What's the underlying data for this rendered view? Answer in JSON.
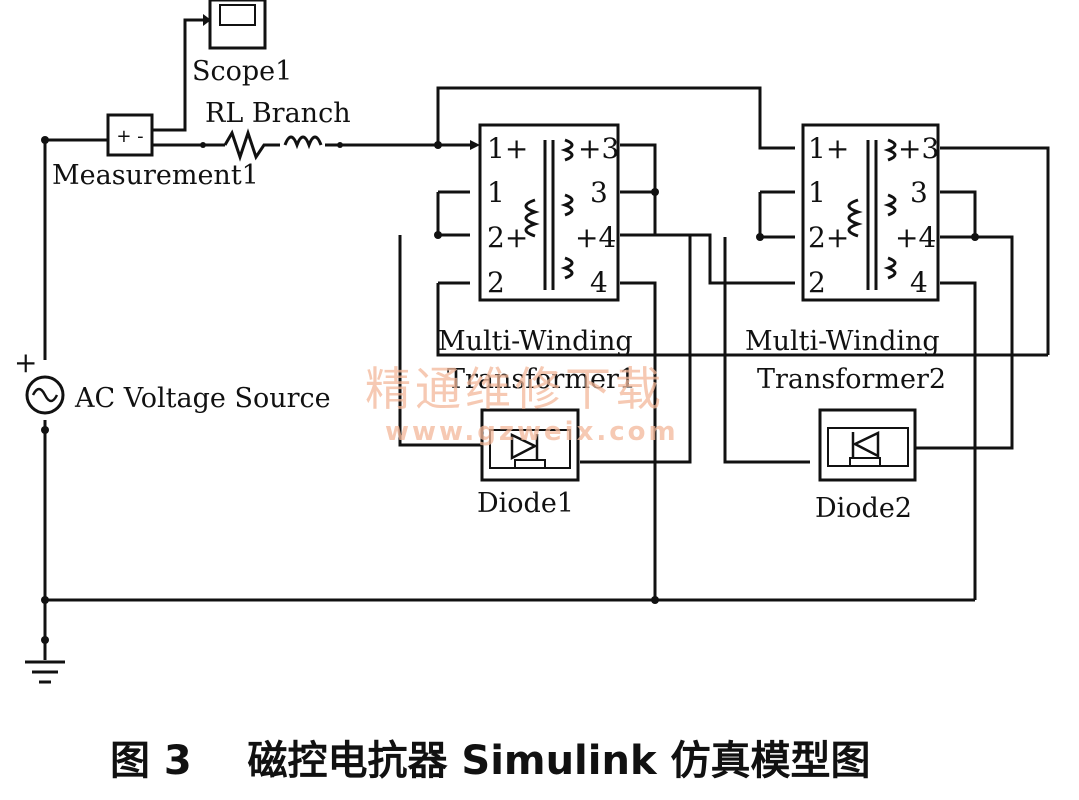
{
  "blocks": {
    "scope": "Scope1",
    "measurement": "Measurement1",
    "measurement_symbol": "+ -",
    "rl_branch": "RL Branch",
    "ac_source": "AC Voltage Source",
    "transformer1_line1": "Multi-Winding",
    "transformer1_line2": "Transformer1",
    "transformer2_line1": "Multi-Winding",
    "transformer2_line2": "Transformer2",
    "diode1": "Diode1",
    "diode2": "Diode2"
  },
  "ports": {
    "p1_plus": "1+",
    "p1": "1",
    "p2_plus": "2+",
    "p2": "2",
    "p3_plus": "+3",
    "p3": "3",
    "p4_plus": "+4",
    "p4": "4",
    "source_plus": "+"
  },
  "watermark": {
    "cn": "精通维修下载",
    "url": "www.gzweix.com"
  },
  "caption": "图 3    磁控电抗器 Simulink 仿真模型图"
}
